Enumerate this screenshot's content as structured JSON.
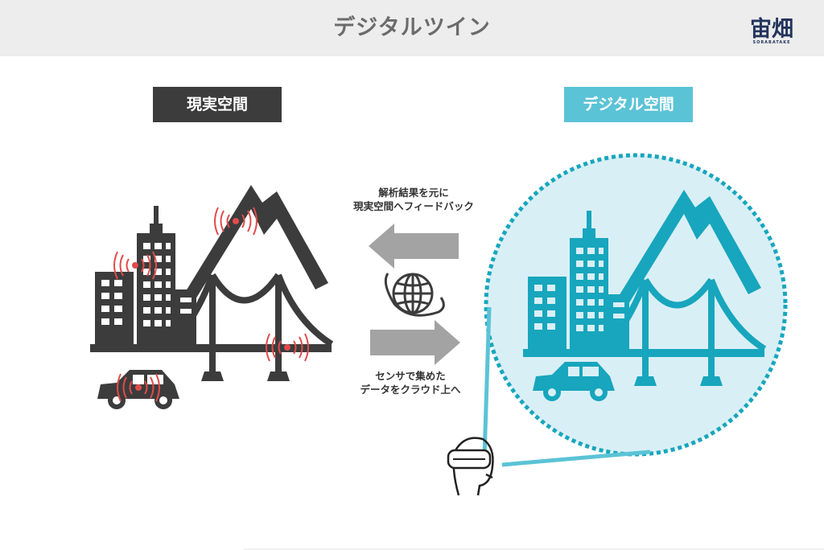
{
  "header": {
    "title": "デジタルツイン",
    "logo_text": "宙畑",
    "logo_sub": "SORABATAKE"
  },
  "labels": {
    "real": "現実空間",
    "digital": "デジタル空間"
  },
  "captions": {
    "feedback_line1": "解析結果を元に",
    "feedback_line2": "現実空間へフィードバック",
    "upload_line1": "センサで集めた",
    "upload_line2": "データをクラウド上へ"
  },
  "colors": {
    "real_fill": "#3c3c3c",
    "digital_fill": "#17a6bd",
    "digital_circle": "#d9eff6",
    "digital_label": "#5bc3d6",
    "sensor_red": "#e24b4b",
    "arrow_gray": "#a3a3a3"
  },
  "icons": [
    "sensor-signal-icon",
    "globe-icon",
    "vr-headset-user-icon",
    "arrow-left-icon",
    "arrow-right-icon"
  ]
}
